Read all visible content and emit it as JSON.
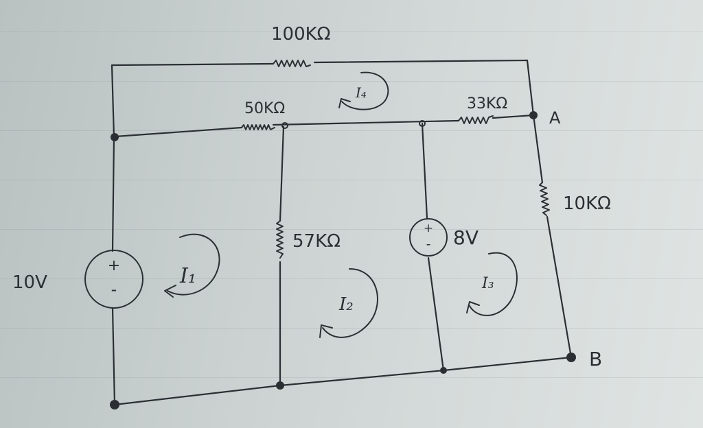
{
  "components": {
    "r_top": "100KΩ",
    "r_50k": "50KΩ",
    "r_33k": "33KΩ",
    "r_10k": "10KΩ",
    "r_57k": "57KΩ",
    "v_source_1": "10V",
    "v_source_2": "8V"
  },
  "source_polarity": {
    "plus": "+",
    "minus": "-"
  },
  "nodes": {
    "a": "A",
    "b": "B"
  },
  "loops": {
    "i1": "I₁",
    "i2": "I₂",
    "i3": "I₃",
    "i4": "I₄"
  }
}
